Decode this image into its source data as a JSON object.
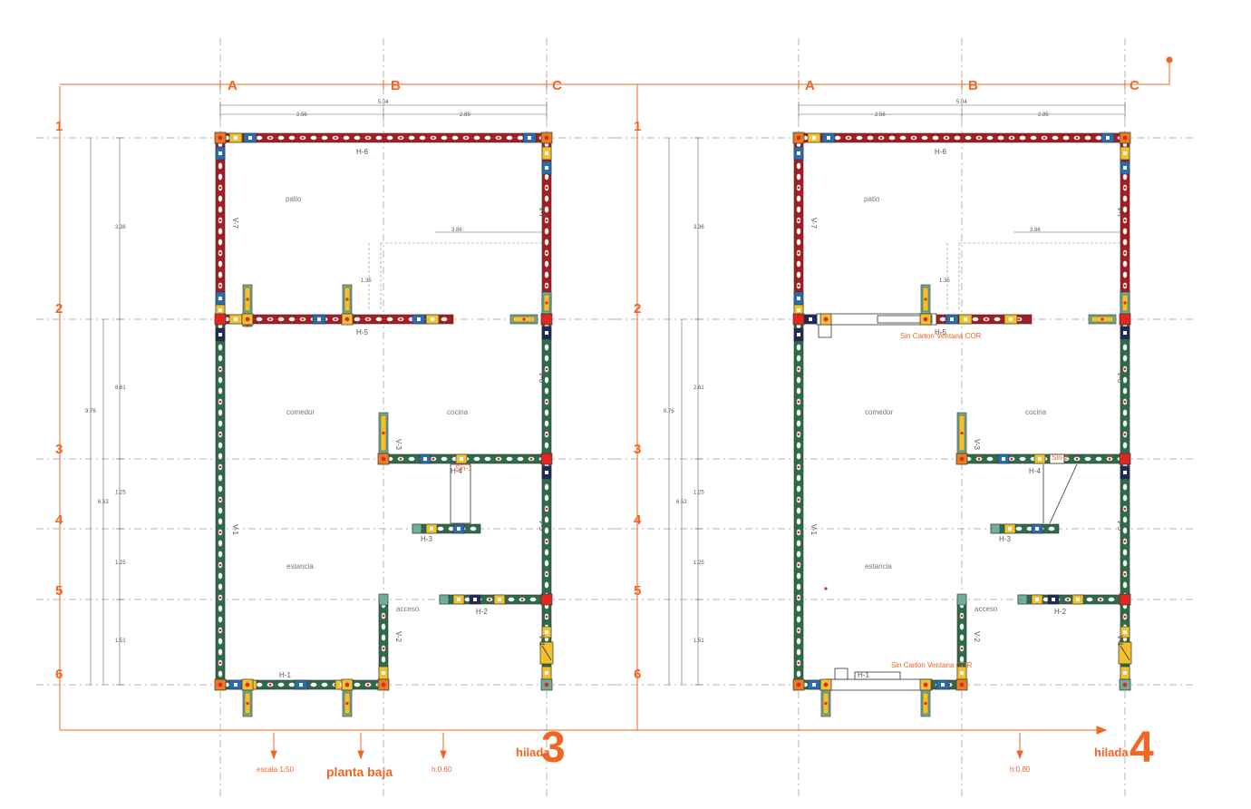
{
  "plans": [
    {
      "id": "left",
      "rooms": [
        "patio",
        "comedor",
        "cocina",
        "estancia",
        "acceso"
      ],
      "overall_width": "5.04",
      "half_widths": [
        "2.56",
        "2.85"
      ],
      "interior_width": "3.86",
      "left_dims": [
        "3.36",
        "8.61",
        "1.25",
        "1.25",
        "1.51"
      ],
      "total_dims": [
        "9.76",
        "6.53"
      ],
      "short_dim": "1.35",
      "wall_tags": [
        "H-6",
        "H-5",
        "H-4",
        "H-3",
        "H-2",
        "H-1",
        "V-7",
        "V-7",
        "V-6",
        "V-5",
        "V-4",
        "V-3",
        "V-2",
        "V-1"
      ],
      "small_notes": [
        "Sin-1",
        "Sin-1"
      ],
      "hilada_word": "hilada",
      "hilada_number": "3",
      "footer_labels": [
        "escala 1:50",
        "planta baja",
        "h:0.60"
      ]
    },
    {
      "id": "right",
      "rooms": [
        "patio",
        "comedor",
        "cocina",
        "estancia",
        "acceso"
      ],
      "overall_width": "5.04",
      "half_widths": [
        "2.56",
        "2.85"
      ],
      "interior_width": "3.86",
      "left_dims": [
        "3.36",
        "2.61",
        "1.25",
        "1.25",
        "1.51"
      ],
      "total_dims": [
        "8.76",
        "6.52"
      ],
      "short_dim": "1.35",
      "wall_tags": [
        "H-6",
        "H-5",
        "H-4",
        "H-3",
        "H-2",
        "H-1",
        "V-7",
        "V-7",
        "V-6",
        "V-5",
        "V-4",
        "V-3",
        "V-2",
        "V-1"
      ],
      "small_notes": [
        "Sin Carton Ventana COR",
        "Sin Carton Ventana COR",
        "Sin-2"
      ],
      "hilada_word": "hilada",
      "hilada_number": "4",
      "footer_labels": [
        "h:0.80"
      ]
    }
  ],
  "axes": {
    "columns": [
      "A",
      "B",
      "C"
    ],
    "rows": [
      "1",
      "2",
      "3",
      "4",
      "5",
      "6"
    ]
  },
  "colors": {
    "accent": "#f26522",
    "wall_red": "#a31e22",
    "wall_green": "#2e6b4a",
    "block_yellow": "#f2c12e",
    "block_blue": "#2b6cb0",
    "block_navy": "#1e2a5a",
    "pier_teal": "#6fae9a",
    "hole_red": "#e0281e"
  }
}
